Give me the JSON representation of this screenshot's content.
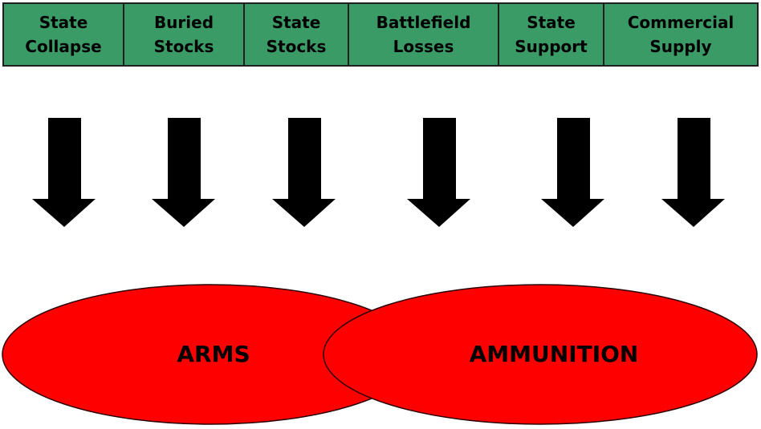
{
  "sources": [
    {
      "id": "state-collapse",
      "label": "State\nCollapse"
    },
    {
      "id": "buried-stocks",
      "label": "Buried\nStocks"
    },
    {
      "id": "state-stocks",
      "label": "State\nStocks"
    },
    {
      "id": "battlefield-losses",
      "label": "Battlefield\nLosses"
    },
    {
      "id": "state-support",
      "label": "State\nSupport"
    },
    {
      "id": "commercial-supply",
      "label": "Commercial\nSupply"
    }
  ],
  "outputs": {
    "arms": "ARMS",
    "ammunition": "AMMUNITION"
  },
  "colors": {
    "source_fill": "#3b9b67",
    "ellipse_fill": "#ff0000",
    "arrow": "#000000"
  }
}
